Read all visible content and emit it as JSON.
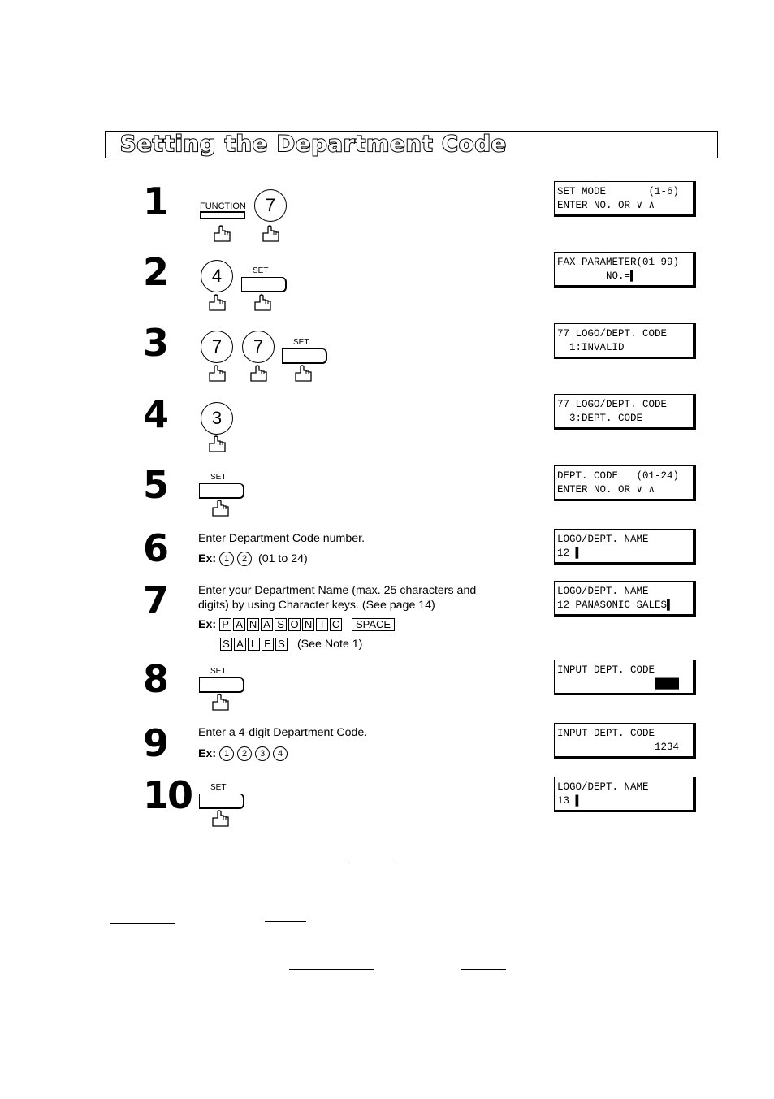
{
  "title": "Setting the Department Code",
  "steps": [
    {
      "num": "1",
      "lcd": [
        "SET MODE       (1-6)",
        "ENTER NO. OR ∨ ∧"
      ]
    },
    {
      "num": "2",
      "lcd": [
        "FAX PARAMETER(01-99)",
        "        NO.=▌"
      ]
    },
    {
      "num": "3",
      "lcd": [
        "77 LOGO/DEPT. CODE",
        "  1:INVALID"
      ]
    },
    {
      "num": "4",
      "lcd": [
        "77 LOGO/DEPT. CODE",
        "  3:DEPT. CODE"
      ]
    },
    {
      "num": "5",
      "lcd": [
        "DEPT. CODE   (01-24)",
        "ENTER NO. OR ∨ ∧"
      ]
    },
    {
      "num": "6",
      "lcd": [
        "LOGO/DEPT. NAME",
        "12 ▌"
      ],
      "text": "Enter Department Code number.",
      "ex_label": "Ex:",
      "ex_keys": [
        "1",
        "2"
      ],
      "ex_note": "(01 to 24)"
    },
    {
      "num": "7",
      "lcd": [
        "LOGO/DEPT. NAME",
        "12 PANASONIC SALES▌"
      ],
      "text1": "Enter your Department Name (max. 25 characters and",
      "text2": "digits) by using Character keys.  (See page 14)",
      "ex_label": "Ex:",
      "keys1": [
        "P",
        "A",
        "N",
        "A",
        "S",
        "O",
        "N",
        "I",
        "C"
      ],
      "space": "SPACE",
      "keys2": [
        "S",
        "A",
        "L",
        "E",
        "S"
      ],
      "note": "(See Note 1)"
    },
    {
      "num": "8",
      "lcd": [
        "INPUT DEPT. CODE",
        "                ████"
      ]
    },
    {
      "num": "9",
      "lcd": [
        "INPUT DEPT. CODE",
        "                1234"
      ],
      "text": "Enter a 4-digit Department Code.",
      "ex_label": "Ex:",
      "ex_keys": [
        "1",
        "2",
        "3",
        "4"
      ]
    },
    {
      "num": "10",
      "lcd": [
        "LOGO/DEPT. NAME",
        "13 ▌"
      ]
    }
  ],
  "keys": {
    "function": "FUNCTION",
    "set": "SET",
    "seven": "7",
    "four": "4",
    "three": "3"
  }
}
